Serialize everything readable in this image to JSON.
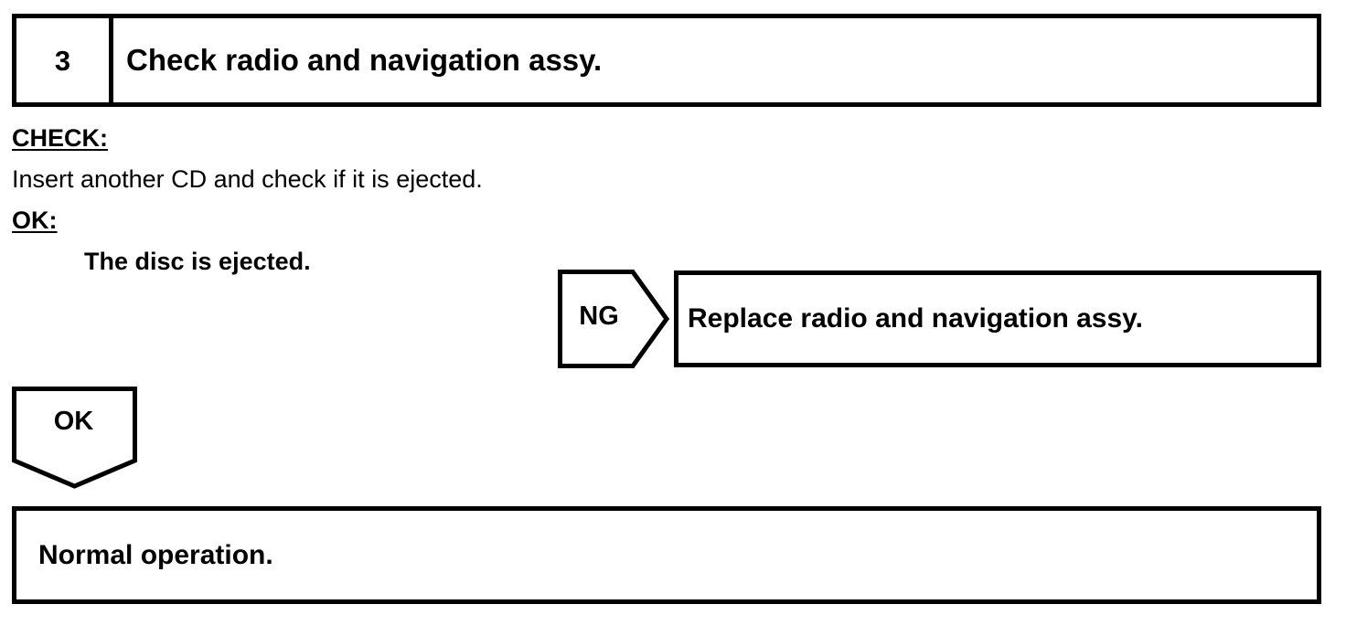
{
  "document": {
    "type": "troubleshooting-flowchart",
    "stroke_color": "#000000",
    "background_color": "#ffffff"
  },
  "step_header": {
    "number": "3",
    "title": "Check radio and navigation assy."
  },
  "instructions": {
    "check_heading": "CHECK:",
    "check_body": "Insert another CD and check if it is ejected.",
    "ok_heading": "OK:",
    "ok_result": "The disc is ejected."
  },
  "branches": {
    "ng": {
      "label": "NG",
      "shape": "pentagon-arrow-right",
      "action": "Replace radio and navigation assy."
    },
    "ok": {
      "label": "OK",
      "shape": "pentagon-arrow-down",
      "action": "Normal operation."
    }
  }
}
